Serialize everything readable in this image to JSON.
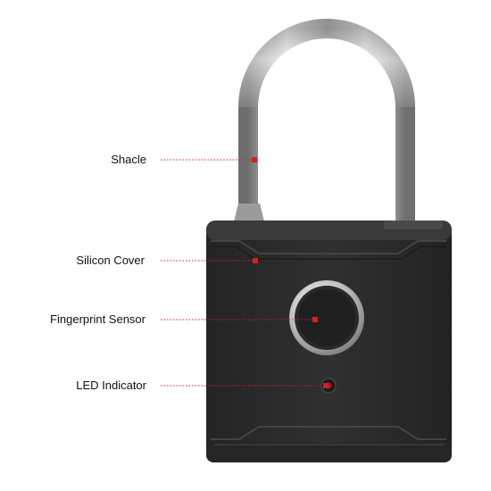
{
  "labels": {
    "shackle": "Shacle",
    "silicon_cover": "Silicon Cover",
    "fingerprint_sensor": "Fingerprint Sensor",
    "led_indicator": "LED Indicator"
  },
  "colors": {
    "callout": "#d81e1e",
    "lock_body": "#2b2b2b",
    "lock_edge": "#3a3a3a",
    "shackle_metal": "#c9c9c9",
    "sensor_ring": "#d8d8d8",
    "led": "#b01515"
  }
}
